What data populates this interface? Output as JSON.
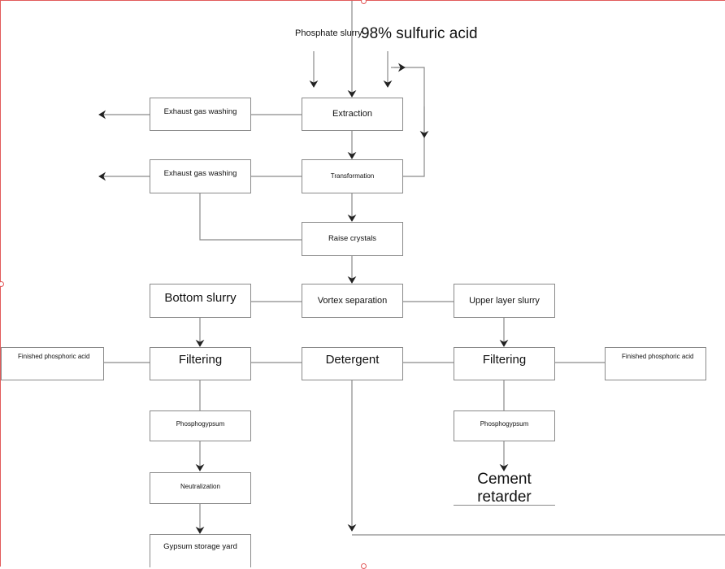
{
  "inputs": {
    "phosphate_slurry": "Phosphate slurry",
    "sulfuric_acid": "98% sulfuric acid"
  },
  "nodes": {
    "extraction": "Extraction",
    "exhaust_gas_washing_1": "Exhaust gas washing",
    "transformation": "Transformation",
    "exhaust_gas_washing_2": "Exhaust gas washing",
    "raise_crystals": "Raise crystals",
    "bottom_slurry": "Bottom slurry",
    "vortex_separation": "Vortex separation",
    "upper_layer_slurry": "Upper layer slurry",
    "finished_phosphoric_acid_left": "Finished phosphoric acid",
    "filtering_left": "Filtering",
    "detergent": "Detergent",
    "filtering_right": "Filtering",
    "finished_phosphoric_acid_right": "Finished phosphoric acid",
    "phosphogypsum_left": "Phosphogypsum",
    "phosphogypsum_right": "Phosphogypsum",
    "neutralization": "Neutralization",
    "cement_retarder": "Cement retarder",
    "gypsum_storage_yard": "Gypsum storage yard"
  },
  "colors": {
    "line": "#8a8a8a",
    "arrow": "#222222",
    "selection_handle": "#e25b5b"
  }
}
